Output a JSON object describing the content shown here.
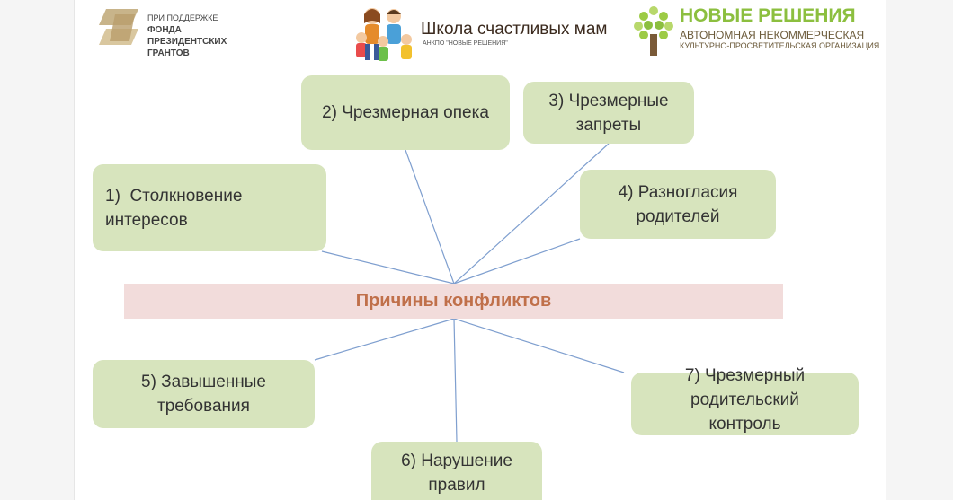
{
  "logos": {
    "fund": {
      "line1": "ПРИ ПОДДЕРЖКЕ",
      "line2": "ФОНДА",
      "line3": "ПРЕЗИДЕНТСКИХ",
      "line4": "ГРАНТОВ"
    },
    "school": {
      "title": "Школа счастливых мам",
      "subtitle": "АНКПО \"НОВЫЕ РЕШЕНИЯ\""
    },
    "new_solutions": {
      "title": "НОВЫЕ РЕШЕНИЯ",
      "subtitle1": "АВТОНОМНАЯ НЕКОММЕРЧЕСКАЯ",
      "subtitle2": "КУЛЬТУРНО-ПРОСВЕТИТЕЛЬСКАЯ ОРГАНИЗАЦИЯ"
    }
  },
  "diagram": {
    "center": "Причины конфликтов",
    "nodes": [
      {
        "id": "node-1",
        "line1": "1)  Столкновение",
        "line2": "интересов"
      },
      {
        "id": "node-2",
        "line1": "2) Чрезмерная опека",
        "line2": ""
      },
      {
        "id": "node-3",
        "line1": "3) Чрезмерные",
        "line2": "запреты"
      },
      {
        "id": "node-4",
        "line1": "4) Разногласия",
        "line2": "родителей"
      },
      {
        "id": "node-5",
        "line1": "5) Завышенные",
        "line2": "требования"
      },
      {
        "id": "node-6",
        "line1": "6) Нарушение",
        "line2": "правил"
      },
      {
        "id": "node-7",
        "line1": "7) Чрезмерный",
        "line2": "родительский",
        "line3": "контроль"
      }
    ]
  },
  "colors": {
    "node_fill": "#d7e4bd",
    "center_fill": "#f2dcdb",
    "center_text": "#c0704a",
    "connector": "#7f9fcf"
  }
}
